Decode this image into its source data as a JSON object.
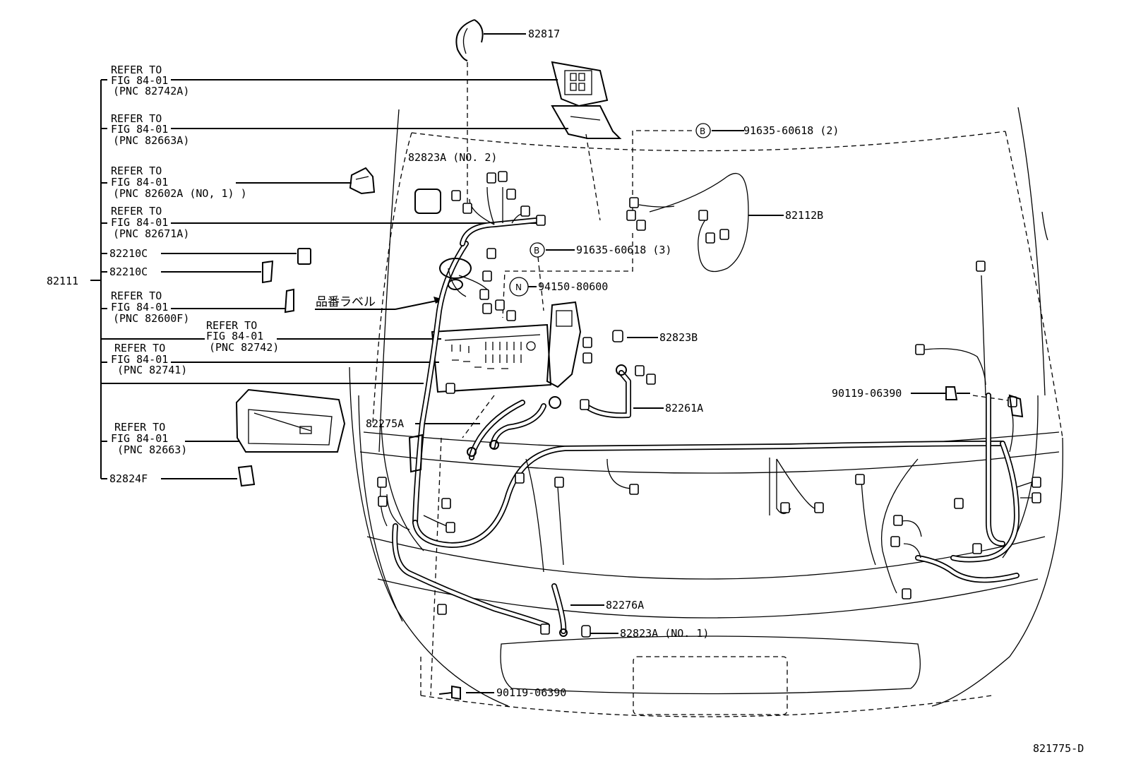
{
  "diagram": {
    "main_part": "82111",
    "figure_code": "821775-D",
    "label_marker": "品番ラベル",
    "left_callouts": [
      {
        "lines": [
          "REFER TO",
          "FIG 84-01",
          "(PNC 82742A)"
        ]
      },
      {
        "lines": [
          "REFER TO",
          "FIG 84-01",
          "(PNC 82663A)"
        ]
      },
      {
        "lines": [
          "REFER TO",
          "FIG 84-01",
          "(PNC 82602A (NO, 1) )"
        ]
      },
      {
        "lines": [
          "REFER TO",
          "FIG 84-01",
          "(PNC 82671A)"
        ]
      },
      {
        "lines": [
          "82210C"
        ]
      },
      {
        "lines": [
          "82210C"
        ]
      },
      {
        "lines": [
          "REFER TO",
          "FIG 84-01",
          "(PNC 82600F)"
        ]
      },
      {
        "lines": [
          "REFER TO",
          "FIG 84-01",
          "(PNC 82742)"
        ]
      },
      {
        "lines": [
          "REFER TO",
          "FIG 84-01",
          "(PNC 82741)"
        ]
      },
      {
        "lines": [
          "REFER TO",
          "FIG 84-01",
          "(PNC 82663)"
        ]
      },
      {
        "lines": [
          "82824F"
        ]
      }
    ],
    "part_labels": {
      "p82817": "82817",
      "p91635_2": "91635-60618 (2)",
      "p82823A_2": "82823A (NO. 2)",
      "p82112B": "82112B",
      "p91635_3": "91635-60618 (3)",
      "p94150": "94150-80600",
      "p82823B": "82823B",
      "p90119_r": "90119-06390",
      "p82261A": "82261A",
      "p82275A": "82275A",
      "p82276A": "82276A",
      "p82823A_1": "82823A (NO. 1)",
      "p90119_b": "90119-06390"
    },
    "circle_marks": {
      "b": "B",
      "n": "N"
    }
  }
}
